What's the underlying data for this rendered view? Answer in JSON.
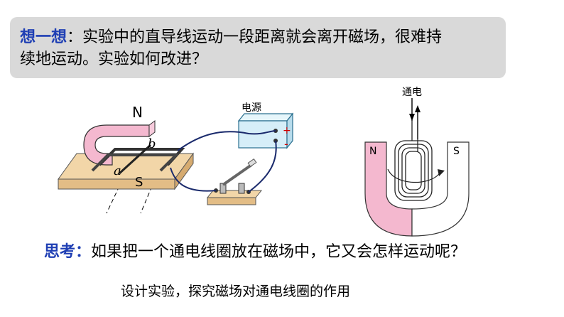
{
  "question": {
    "label": "想一想",
    "line1": "：实验中的直导线运动一段距离就会离开磁场，很难持",
    "line2": "续地运动。实验如何改进？"
  },
  "left_figure": {
    "magnet_north": "N",
    "magnet_south": "S",
    "rod_b": "b",
    "rod_a": "a",
    "power_label": "电源",
    "plus_sign": "+",
    "minus_sign": "-"
  },
  "right_figure": {
    "current_label": "通电",
    "magnet_north": "N",
    "magnet_south": "S"
  },
  "think": {
    "label": "思考：",
    "text": "如果把一个通电线圈放在磁场中，它又会怎样运动呢？"
  },
  "task": {
    "text": "设计实验，探究磁场对通电线圈的作用"
  },
  "colors": {
    "label_blue": "#1f3fb4",
    "box_gray": "#d9d9d9",
    "magnet_pink": "#f4b8cf",
    "board_tan": "#f2d6a8",
    "power_blue": "#d6eef8"
  }
}
